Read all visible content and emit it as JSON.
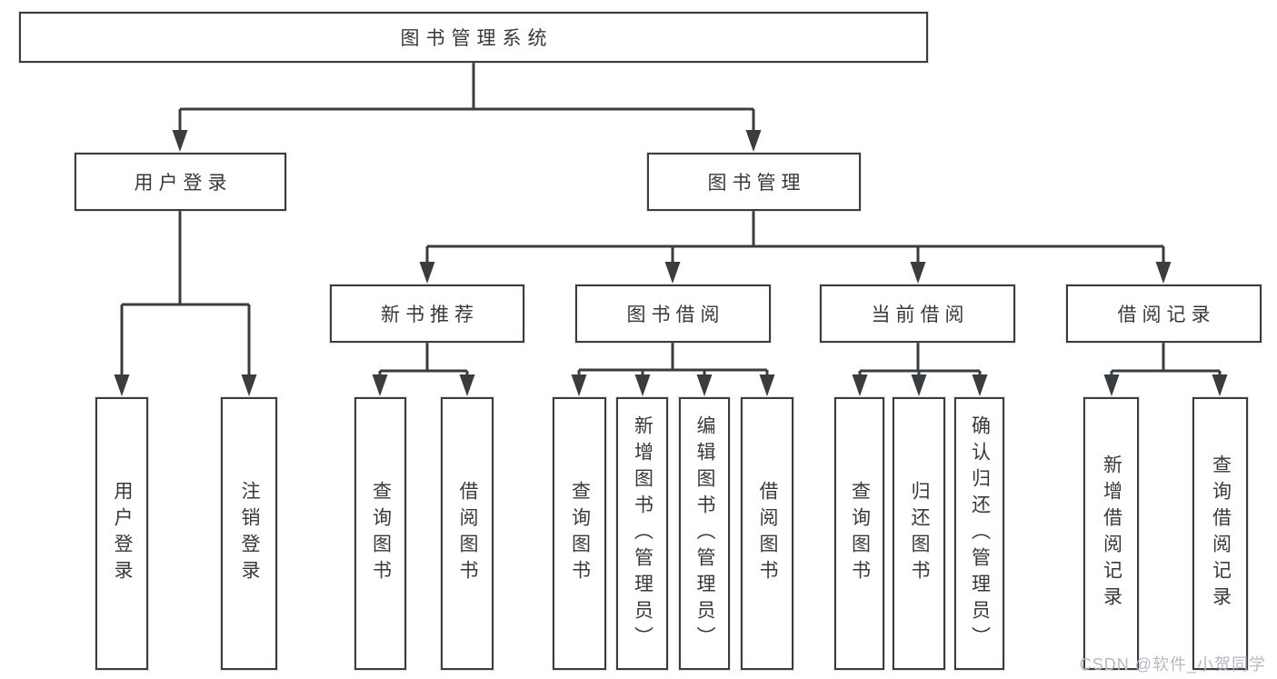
{
  "root": {
    "label": "图书管理系统"
  },
  "user_login": {
    "label": "用户登录",
    "children": [
      {
        "label": "用户登录"
      },
      {
        "label": "注销登录"
      }
    ]
  },
  "book_management": {
    "label": "图书管理",
    "sections": [
      {
        "label": "新书推荐",
        "children": [
          {
            "label": "查询图书"
          },
          {
            "label": "借阅图书"
          }
        ]
      },
      {
        "label": "图书借阅",
        "children": [
          {
            "label": "查询图书"
          },
          {
            "label": "新增图书（管理员）"
          },
          {
            "label": "编辑图书（管理员）"
          },
          {
            "label": "借阅图书"
          }
        ]
      },
      {
        "label": "当前借阅",
        "children": [
          {
            "label": "查询图书"
          },
          {
            "label": "归还图书"
          },
          {
            "label": "确认归还（管理员）"
          }
        ]
      },
      {
        "label": "借阅记录",
        "children": [
          {
            "label": "新增借阅记录"
          },
          {
            "label": "查询借阅记录"
          }
        ]
      }
    ]
  },
  "watermark": {
    "text": "CSDN @软件_小贺同学"
  },
  "colors": {
    "line": "#3a3d40",
    "text": "#38393b",
    "background": "#ffffff",
    "watermark": "#b5bac0"
  }
}
